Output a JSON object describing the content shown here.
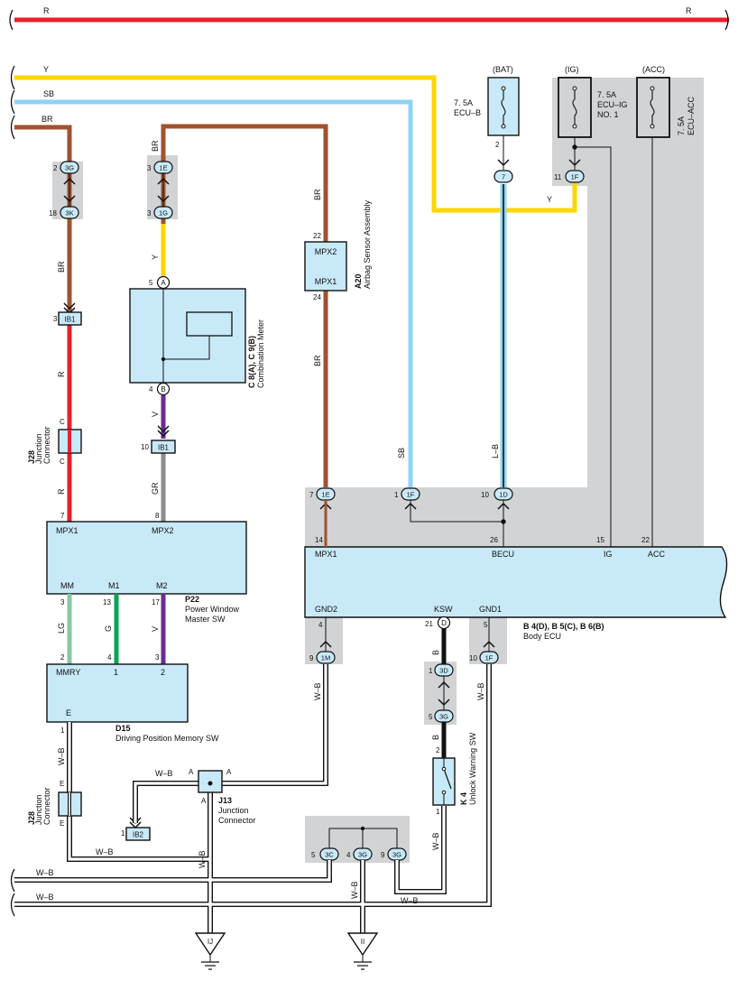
{
  "wire_labels": {
    "r_top_left": "R",
    "r_top_right": "R",
    "y": "Y",
    "sb": "SB",
    "br": "BR",
    "br2": "BR",
    "br_3k_ib1": "BR",
    "r_ib1_j28": "R",
    "r_j28_p22": "R",
    "br_meter": "BR",
    "y_meter": "Y",
    "v_meter": "V",
    "gr_p22": "GR",
    "br_airbag_top": "BR",
    "br_airbag_bot": "BR",
    "sb_body": "SB",
    "lb_body": "L–B",
    "y_1f": "Y",
    "lg": "LG",
    "g": "G",
    "v": "V",
    "wb_d15": "W–B",
    "wb_j13_a": "W–B",
    "wb_ib2": "W–B",
    "wb_j13_down": "W–B",
    "wb_gnd2": "W–B",
    "b_ksw": "B",
    "b_3g": "B",
    "wb_k4": "W–B",
    "wb_gnd1": "W–B",
    "wb_bottom1": "W–B",
    "wb_bottom2": "W–B",
    "wb_3g": "W–B",
    "wb_3g_right": "W–B"
  },
  "fuses": {
    "bat": {
      "header": "(BAT)",
      "rating": "7. 5A",
      "name": "ECU–B",
      "pin": "2"
    },
    "ig": {
      "header": "(IG)",
      "rating": "7. 5A",
      "name1": "ECU–IG",
      "name2": "NO. 1"
    },
    "acc": {
      "header": "(ACC)",
      "rating": "7. 5A",
      "name": "ECU–ACC"
    }
  },
  "connectors": {
    "c3g": "3G",
    "c3k": "3K",
    "c1e": "1E",
    "c1g": "1G",
    "c7": "7",
    "c1f": "1F",
    "ib1a": "IB1",
    "ib1b": "IB1",
    "ib2": "IB2",
    "b_1e": "1E",
    "b_1f": "1F",
    "b_1d": "1D",
    "gnd_1m": "1M",
    "ksw_d": "D",
    "c3d": "3D",
    "c3g_mid": "3G",
    "gnd_1f": "1F",
    "j3c": "3C",
    "j3g_a": "3G",
    "j3g_b": "3G",
    "meter_a": "A",
    "meter_b": "B"
  },
  "pins": {
    "p3g": "2",
    "p3k": "18",
    "p1e": "3",
    "p1g": "3",
    "pbat7": "2",
    "pig1f": "11",
    "pib1a": "3",
    "pib1b": "10",
    "pib2": "1",
    "pj28c1": "C",
    "pj28c2": "C",
    "pmeter_a": "5",
    "pmeter_b": "4",
    "pmpx2": "22",
    "pmpx1": "24",
    "pb1e": "7",
    "pb1f": "1",
    "pb1d": "10",
    "pbody_mpx1": "14",
    "pbody_becu": "26",
    "pbody_ig": "15",
    "pbody_acc": "22",
    "pp22_mpx1": "7",
    "pp22_mpx2": "8",
    "pp22_mm": "3",
    "pp22_m1": "13",
    "pp22_m2": "17",
    "pd15_mmry": "2",
    "pd15_1": "4",
    "pd15_2": "3",
    "pd15_e": "1",
    "pbody_gnd2": "4",
    "p1m": "9",
    "pbody_ksw": "21",
    "p3d": "1",
    "p3g_mid": "5",
    "pk4_2": "2",
    "pk4_1": "1",
    "pbody_gnd1": "5",
    "p1f_gnd": "10",
    "pj13_a1": "A",
    "pj13_a2": "A",
    "pj13_a3": "A",
    "pj28e1": "E",
    "pj28e2": "E",
    "pj3c": "5",
    "pj3g_a": "4",
    "pj3g_b": "9"
  },
  "components": {
    "j28_top": {
      "code": "J28",
      "name1": "Junction",
      "name2": "Connector"
    },
    "meter": {
      "code": "C 8(A), C 9(B)",
      "name": "Combination Meter"
    },
    "airbag": {
      "code": "A20",
      "name": "Airbag Sensor Assembly",
      "pin_top": "MPX2",
      "pin_bot": "MPX1"
    },
    "p22": {
      "code": "P22",
      "name1": "Power Window",
      "name2": "Master SW",
      "mpx1": "MPX1",
      "mpx2": "MPX2",
      "mm": "MM",
      "m1": "M1",
      "m2": "M2"
    },
    "d15": {
      "code": "D15",
      "name": "Driving Position Memory SW",
      "mmry": "MMRY",
      "p1": "1",
      "p2": "2",
      "e": "E"
    },
    "j28_bot": {
      "code": "J28",
      "name1": "Junction",
      "name2": "Connector"
    },
    "j13": {
      "code": "J13",
      "name1": "Junction",
      "name2": "Connector"
    },
    "body": {
      "code": "B 4(D), B 5(C), B 6(B)",
      "name": "Body ECU",
      "mpx1": "MPX1",
      "becu": "BECU",
      "ig": "IG",
      "acc": "ACC",
      "gnd2": "GND2",
      "ksw": "KSW",
      "gnd1": "GND1"
    },
    "k4": {
      "code": "K 4",
      "name": "Unlock Warning SW"
    }
  },
  "grounds": {
    "ij": "IJ",
    "ii": "II"
  },
  "colors": {
    "red": "#e8202a",
    "yellow": "#ffd600",
    "sky_blue": "#8fd3f4",
    "brown": "#a0522d",
    "purple": "#6b2c91",
    "gray": "#8c8c8c",
    "light_green": "#86c9a3",
    "green": "#00a651",
    "black": "#111111",
    "component_fill": "#c8e9f7",
    "shade": "#d1d3d4"
  }
}
